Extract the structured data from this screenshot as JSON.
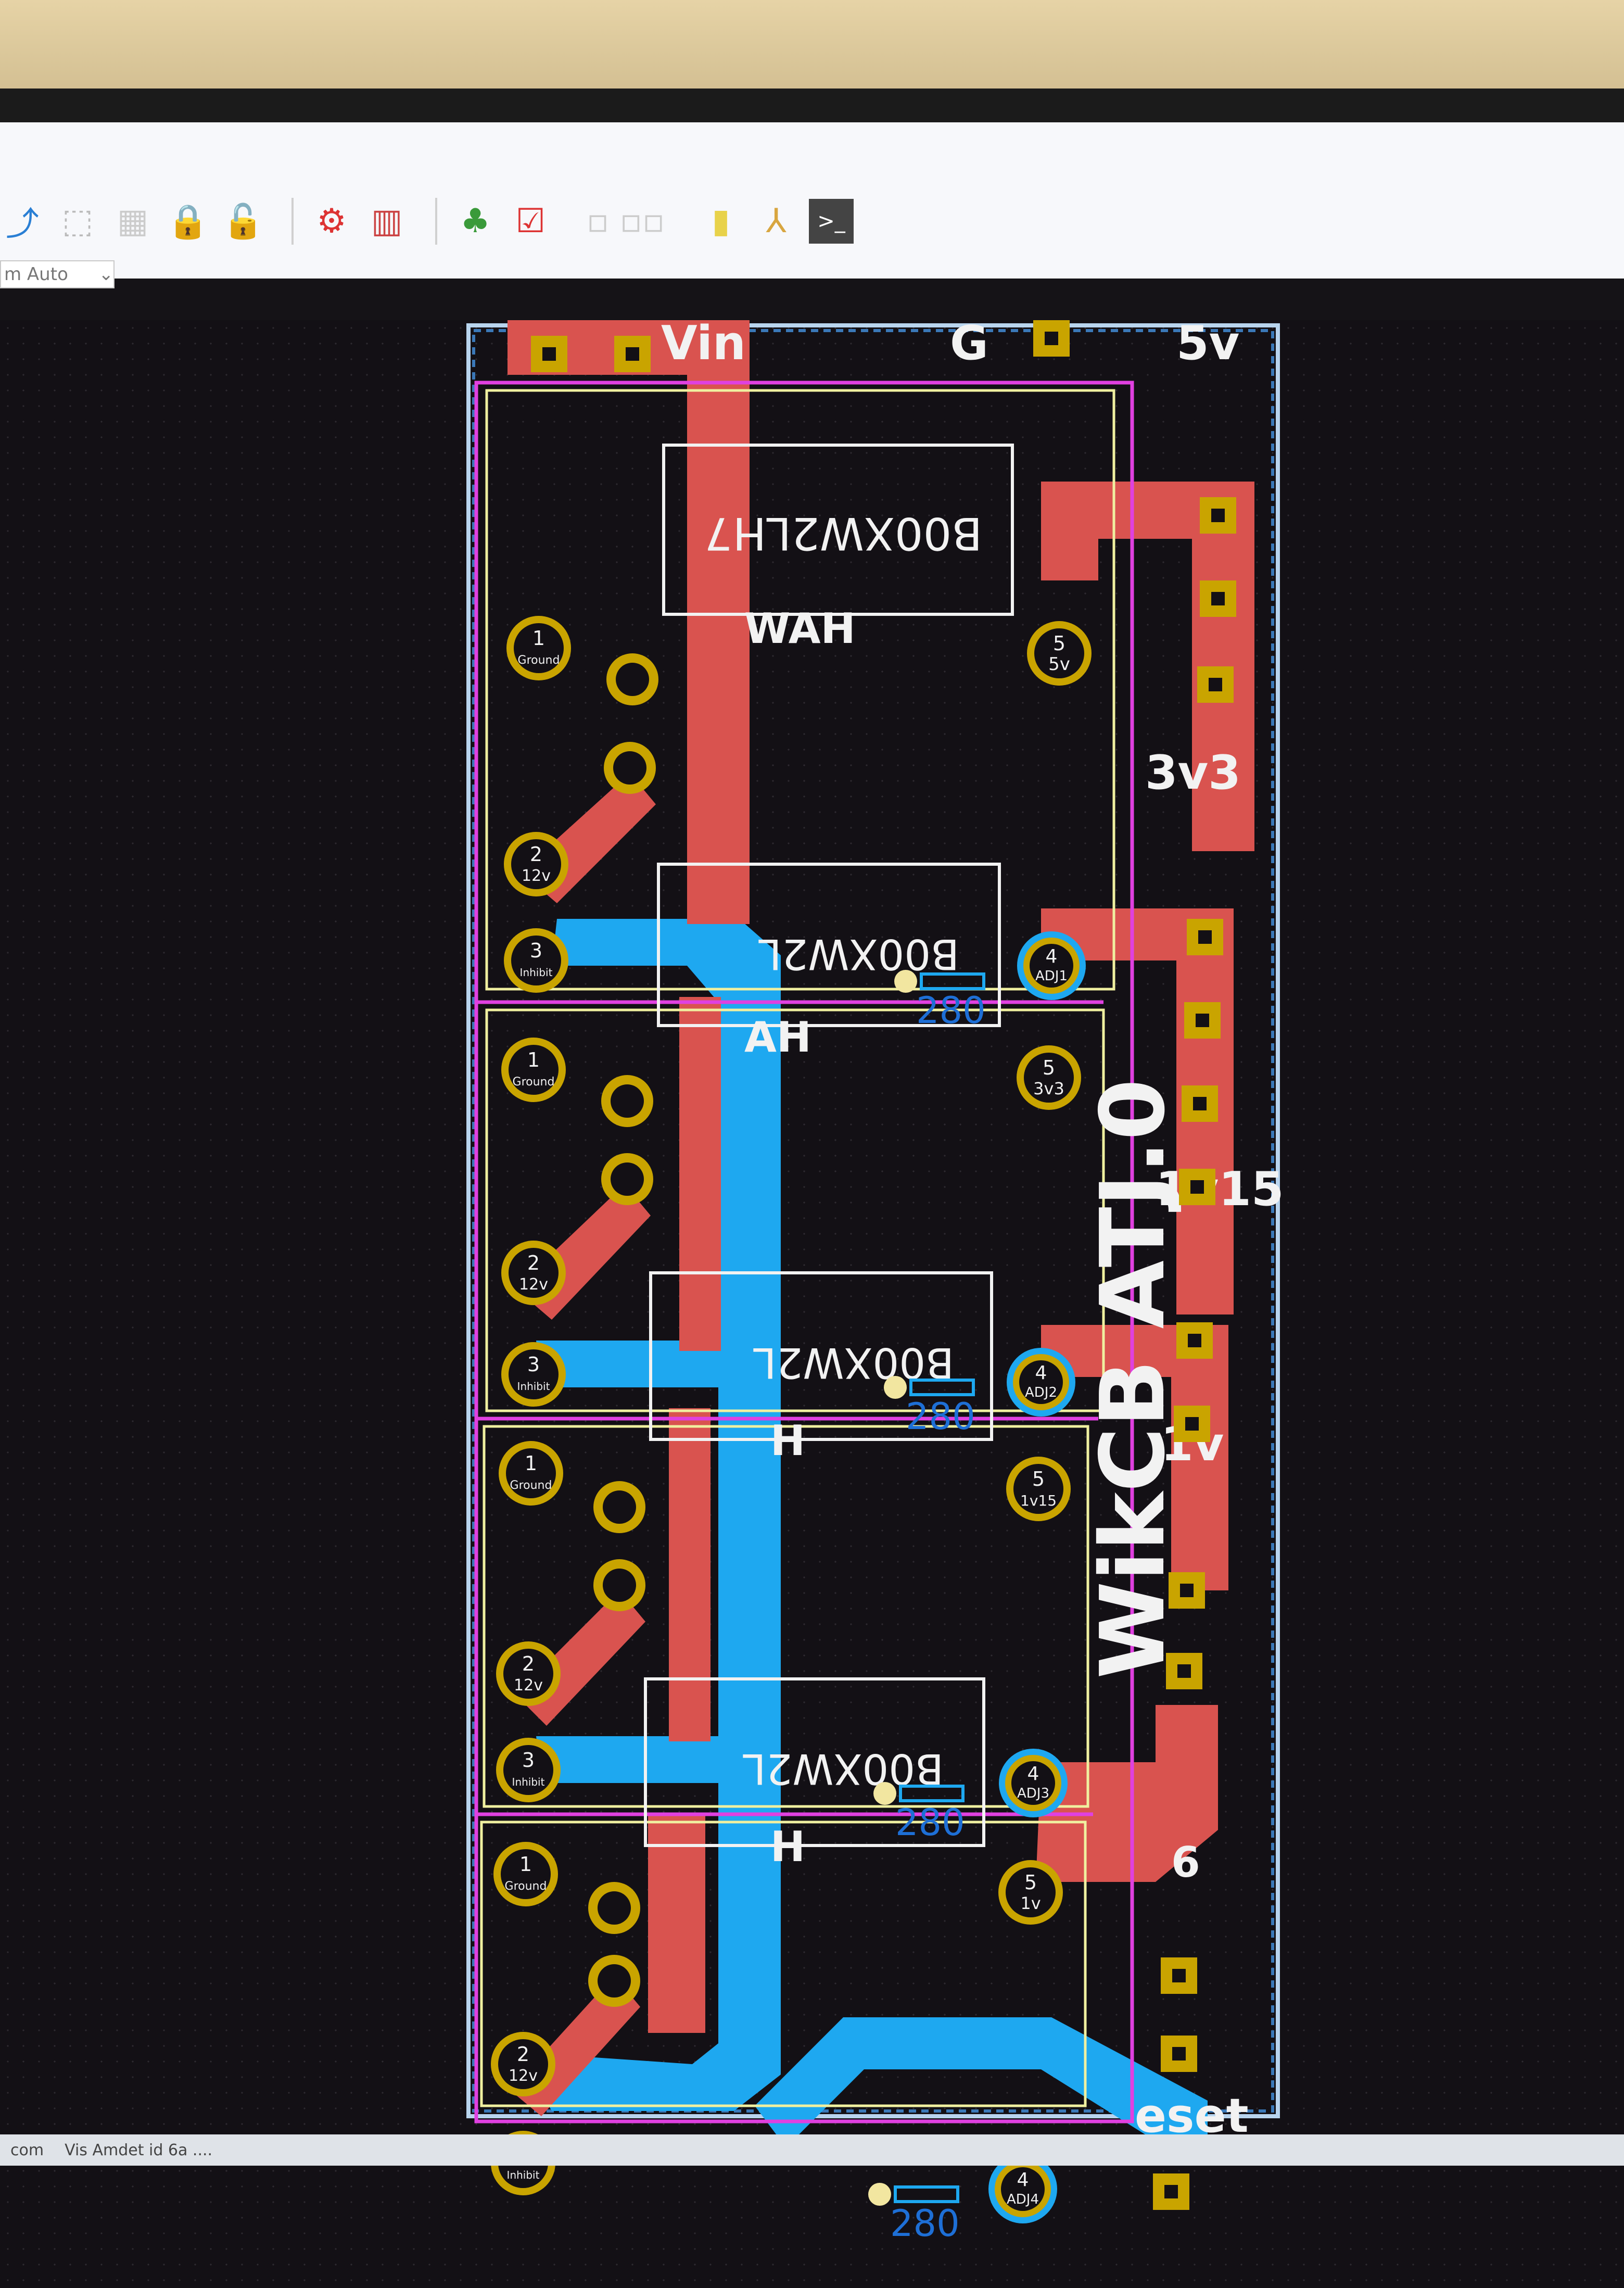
{
  "window": {
    "zoom_label": "m Auto",
    "status_left": "com",
    "status_right": "Vis Amdet id 6a ...."
  },
  "toolbar": {
    "icons": [
      "route-icon",
      "select-icon",
      "grid-icon",
      "lock-icon",
      "unlock-icon",
      "drc-icon",
      "library-icon",
      "footprint-icon",
      "checklist-icon",
      "net-icon",
      "highlight-icon",
      "tree-icon",
      "console-icon"
    ]
  },
  "pcb": {
    "title_silk": "WikCB ATJ.0",
    "top_labels": {
      "vin": "Vin",
      "g": "G",
      "five_v": "5v",
      "three_v_three": "3v3",
      "one_v_fifteen": "1v15",
      "one_v": "1v",
      "reset": "eset",
      "six": "6"
    },
    "modules": [
      {
        "name": "B00XW2LH7",
        "name_visible": "B00XW2LH7",
        "wah": "WAH",
        "out_label": "5v",
        "adj": "ADJ1",
        "resistor": "280"
      },
      {
        "name": "B00XW2L",
        "name_visible": "B00XW2L",
        "wah": "AH",
        "out_label": "3v3",
        "adj": "ADJ2",
        "resistor": "280"
      },
      {
        "name": "B00XW2L",
        "name_visible": "B00XW2L",
        "wah": "H",
        "out_label": "1v15",
        "adj": "ADJ3",
        "resistor": "280"
      },
      {
        "name": "B00XW2L",
        "name_visible": "B00XW2L",
        "wah": "H",
        "out_label": "1v",
        "adj": "ADJ4",
        "resistor": "280"
      }
    ],
    "pad_labels": {
      "ground": "Ground",
      "twelve_v": "12v",
      "inhibit": "Inhibit",
      "pad1": "1",
      "pad2": "2",
      "pad3": "3",
      "pad4": "4",
      "pad5": "5"
    },
    "colors": {
      "front_copper": "#d9534f",
      "back_copper": "#1ea8f0",
      "silk": "#f2f2f2",
      "courtyard": "#e040e0",
      "pad_ring": "#c9a400",
      "edge": "#b8d4ee"
    }
  }
}
